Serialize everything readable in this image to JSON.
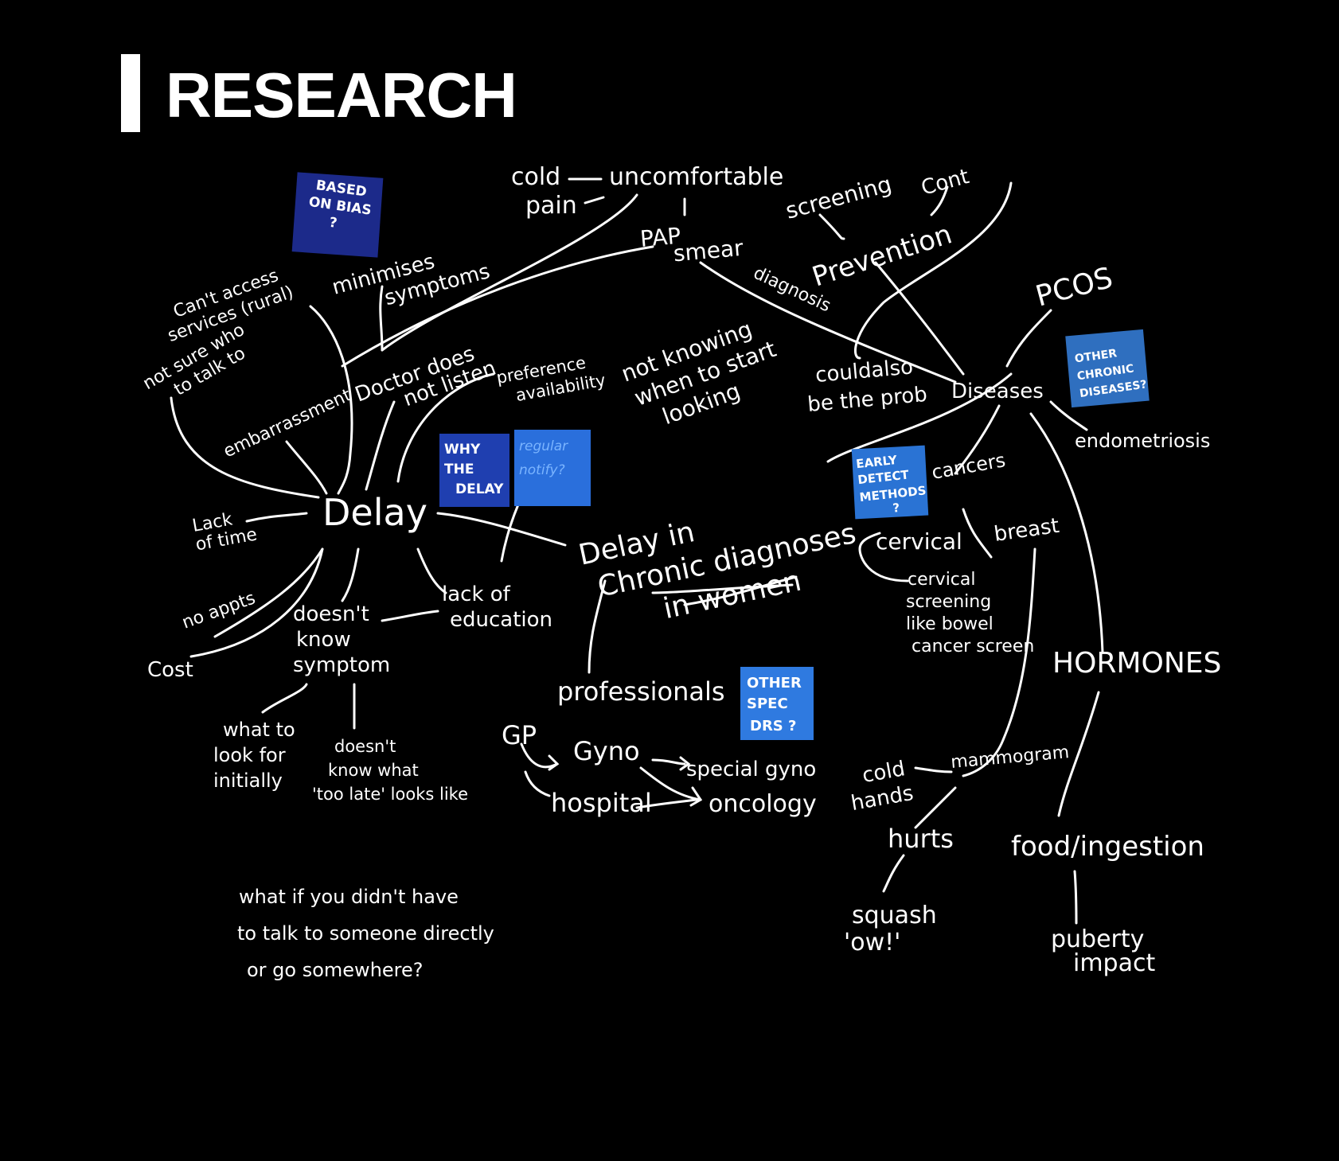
{
  "header": {
    "title": "RESEARCH"
  },
  "colors": {
    "background": "#000000",
    "ink": "#ffffff",
    "note_blue": "#1a5fb4",
    "note_dark_blue": "#1c2a8a"
  },
  "diagram": {
    "center": "Delay in\nChronic diagnoses\nin women",
    "nodes": {
      "cold": "cold",
      "pain": "pain",
      "uncomfortable": "uncomfortable",
      "pap_smear": "PAP\nsmear",
      "screening": "screening",
      "cant_access": "Can't access\nservices (rural)",
      "minimises": "minimises\nsymptoms",
      "not_sure": "not sure who\nto talk to",
      "embarrassment": "embarrassment",
      "doctor": "Doctor does\nnot listen",
      "preference": "preference\navailability",
      "not_knowing": "not knowing\nwhen to start\nlooking",
      "delay": "Delay",
      "lack_time": "Lack\nof time",
      "no_appts": "no appts",
      "cost": "Cost",
      "doesnt_know": "doesn't\nknow\nsymptom",
      "lack_education": "lack of\neducation",
      "what_to_look": "what to\nlook for\ninitially",
      "doesnt_know_what": "doesn't\nknow what\n'too late' looks like",
      "professionals": "professionals",
      "gp": "GP",
      "gyno": "Gyno",
      "special_gyno": "special gyno",
      "hospital": "hospital",
      "oncology": "oncology",
      "diagnosis": "diagnosis",
      "prevention": "Prevention",
      "couldalso": "couldalso\nbe the prob",
      "pcos": "PCOS",
      "diseases": "Diseases",
      "endometriosis": "endometriosis",
      "cancers": "cancers",
      "cervical": "cervical",
      "breast": "breast",
      "cervical_screening": "cervical\nscreening\nlike bowel\ncancer screen",
      "hormones": "HORMONES",
      "mammogram": "mammogram",
      "cold_hands": "cold\nhands",
      "hurts": "hurts",
      "squash": "squash\n'ow!'",
      "food": "food/ingestion",
      "puberty": "puberty\nimpact",
      "question": "what if you didn't have\nto talk to someone directly\nor go somewhere?",
      "cont": "Cont"
    },
    "sticky_notes": {
      "based_on_bias": "BASED\nON BIAS\n?",
      "why_delay": "WHY\nTHE\nDELAY",
      "regular_notify": "regular\nnotify?",
      "other_chronic": "OTHER\nCHRONIC\nDISEASES?",
      "early_detect": "EARLY\nDETECT\nMETHODS\n?",
      "other_spec": "OTHER\nSPEC\nDRS ?"
    }
  }
}
